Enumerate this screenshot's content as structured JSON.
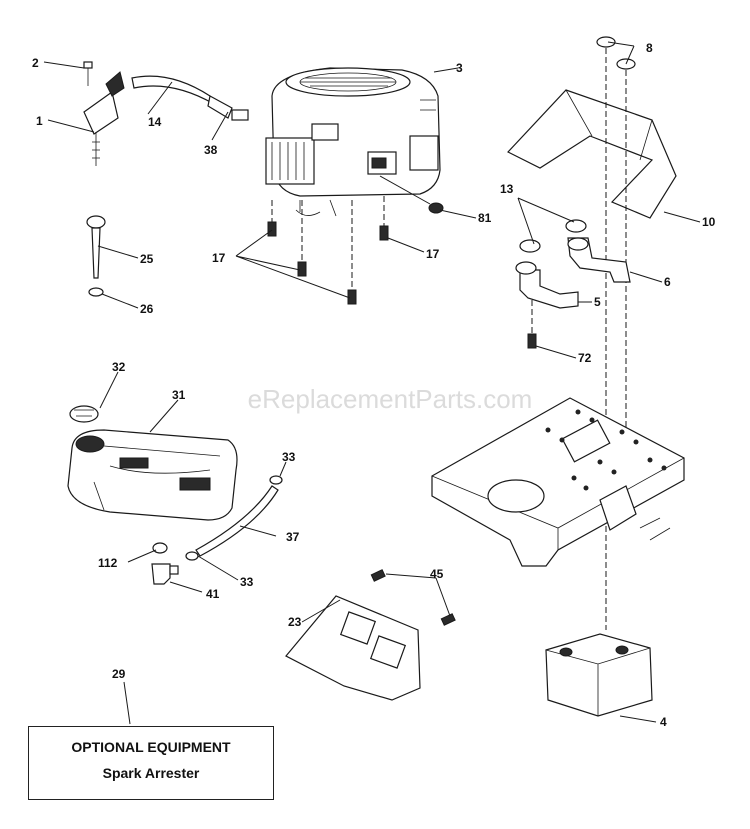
{
  "watermark": "eReplacementParts.com",
  "optional_box": {
    "title": "OPTIONAL EQUIPMENT",
    "subtitle": "Spark Arrester"
  },
  "callouts": {
    "c1": "1",
    "c2": "2",
    "c3": "3",
    "c4": "4",
    "c5": "5",
    "c6": "6",
    "c8": "8",
    "c10": "10",
    "c13": "13",
    "c14": "14",
    "c17a": "17",
    "c17b": "17",
    "c23": "23",
    "c25": "25",
    "c26": "26",
    "c29": "29",
    "c31": "31",
    "c32": "32",
    "c33a": "33",
    "c33b": "33",
    "c37": "37",
    "c38": "38",
    "c41": "41",
    "c45": "45",
    "c72": "72",
    "c81": "81",
    "c112": "112"
  }
}
